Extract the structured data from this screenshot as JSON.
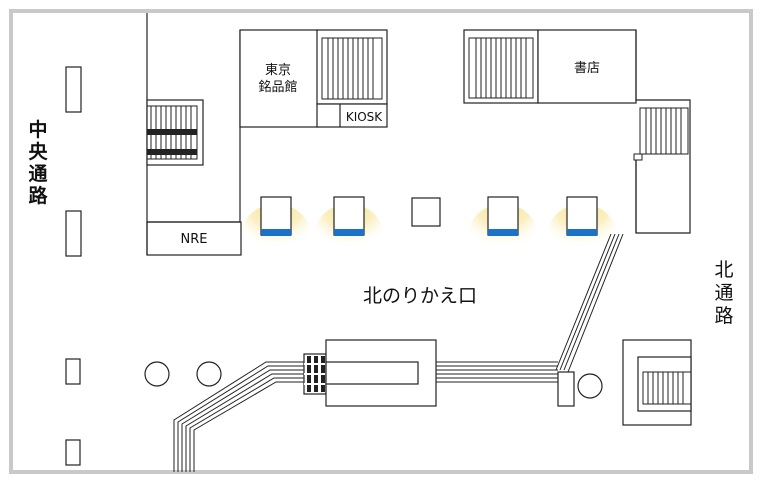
{
  "labels": {
    "central_passage": "中央通路",
    "north_passage": "北通路",
    "transfer": "北のりかえ口",
    "tokyo_gift_line1": "東京",
    "tokyo_gift_line2": "銘品館",
    "kiosk": "KIOSK",
    "bookstore": "書店",
    "nre": "NRE"
  },
  "colors": {
    "frame": "#c9c9c9",
    "line": "#222222",
    "gate_blue": "#1a73c9",
    "light_glow": "#f5d66a"
  }
}
